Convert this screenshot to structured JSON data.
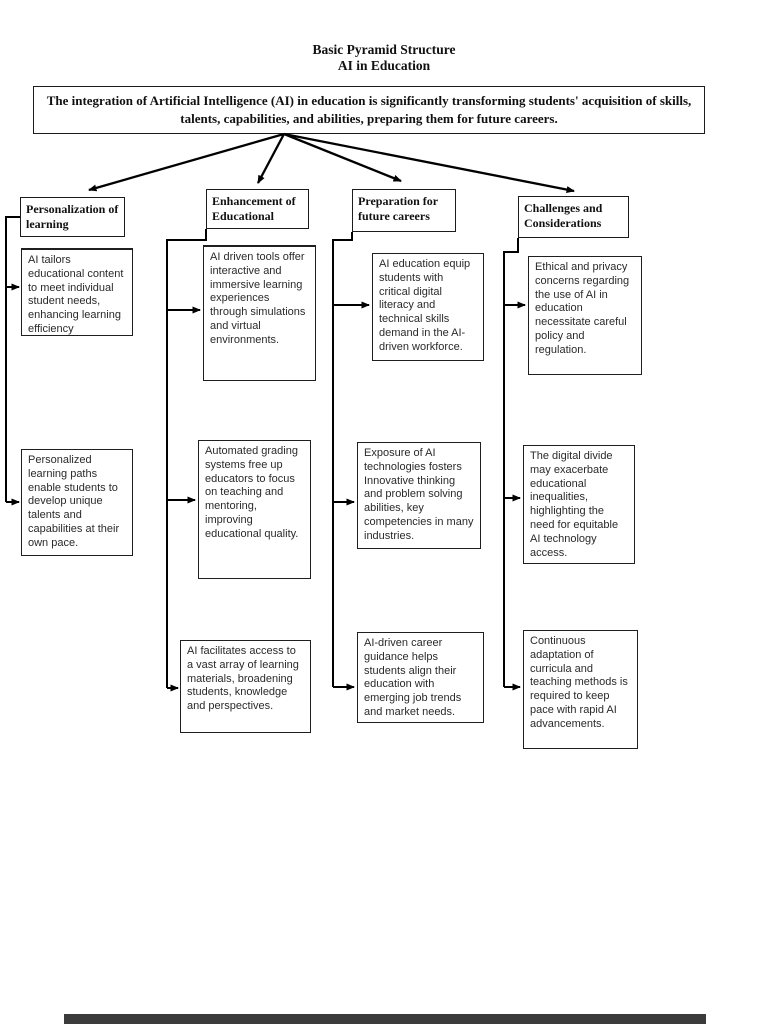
{
  "page": {
    "title_line1": "Basic Pyramid Structure",
    "title_line2": "AI in Education",
    "intro": "The integration of Artificial Intelligence (AI) in education is significantly transforming students' acquisition of skills, talents, capabilities, and abilities, preparing them for future careers."
  },
  "columns": [
    {
      "header": "Personalization of learning",
      "boxes": [
        "AI tailors educational content to meet individual student needs, enhancing learning efficiency",
        "Personalized learning paths enable students to develop unique talents and capabilities at their own pace."
      ]
    },
    {
      "header": "Enhancement of Educational",
      "boxes": [
        "AI driven tools offer interactive and immersive learning experiences through simulations and virtual environments.",
        "Automated grading systems free up educators to focus on teaching and mentoring, improving educational quality.",
        "AI facilitates access to a vast array of learning materials, broadening students, knowledge and perspectives."
      ]
    },
    {
      "header": "Preparation for future careers",
      "boxes": [
        "AI education equip students with critical digital literacy and technical skills demand in the AI-driven workforce.",
        "Exposure of AI technologies fosters Innovative thinking and problem solving abilities, key competencies in many industries.",
        "AI-driven career guidance helps students align their education with emerging job trends and market needs."
      ]
    },
    {
      "header": "Challenges and Considerations",
      "boxes": [
        "Ethical and privacy concerns regarding the use of AI in education necessitate careful policy and regulation.",
        "The digital divide may exacerbate educational inequalities, highlighting the need for equitable AI technology access.",
        "Continuous adaptation of curricula and teaching methods is required to keep pace with rapid AI advancements."
      ]
    }
  ],
  "colors": {
    "line": "#000000",
    "page_bg": "#ffffff",
    "box_border": "#1c1c1c",
    "next_page_strip": "#3b3b3b"
  }
}
